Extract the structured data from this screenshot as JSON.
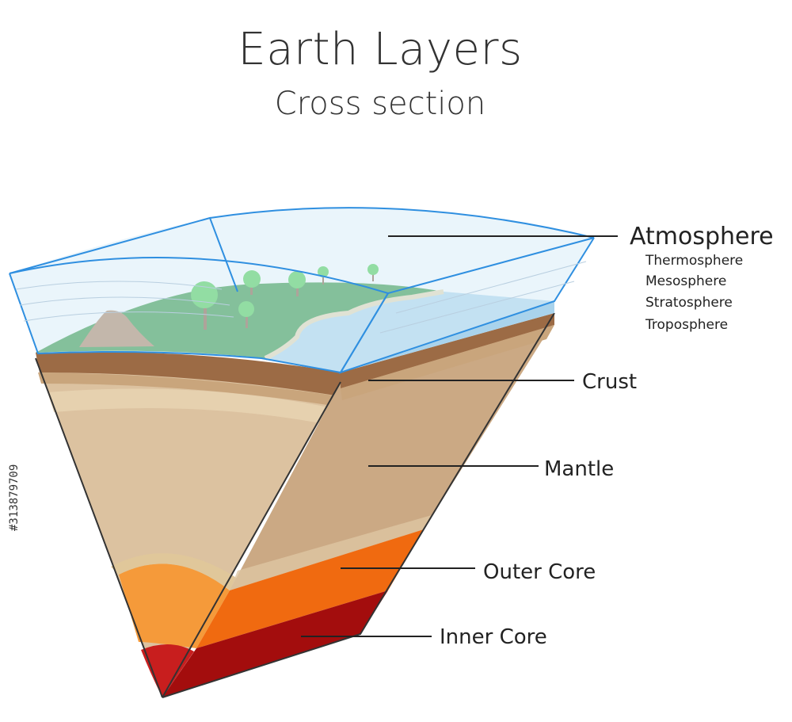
{
  "title": "Earth Layers",
  "subtitle": "Cross section",
  "labels": {
    "atmosphere": "Atmosphere",
    "thermosphere": "Thermosphere",
    "mesosphere": "Mesosphere",
    "stratosphere": "Stratosphere",
    "troposphere": "Troposphere",
    "crust": "Crust",
    "mantle": "Mantle",
    "outer_core": "Outer Core",
    "inner_core": "Inner Core"
  },
  "stock_id": "#313879709",
  "colors": {
    "atmosphere": "#d9ecf7",
    "atmosphere_edge": "#2f8fe0",
    "grass": "#1e8b2a",
    "water": "#a9d3ec",
    "crust": "#9c6b45",
    "mantle": "#dcc2a0",
    "mantle_side": "#cba984",
    "outer_core": "#f59a3a",
    "outer_core_side": "#f06a10",
    "inner_core": "#c81e1e",
    "inner_core_side": "#a30d0d"
  }
}
